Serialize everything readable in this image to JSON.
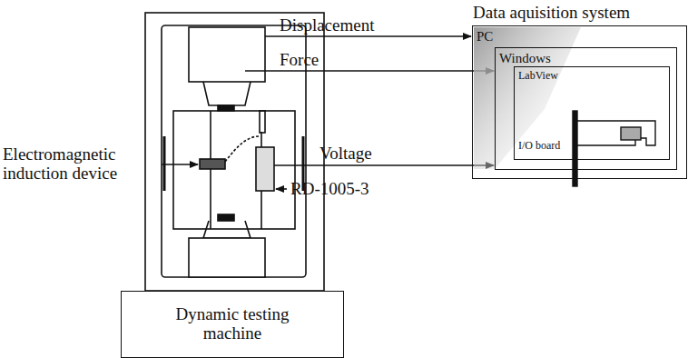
{
  "diagram": {
    "nodes": [
      {
        "text": [
          "Dynamic testing machine"
        ]
      },
      {
        "text": [
          "Data aquisition system",
          "PC"
        ]
      },
      {
        "text": [
          "Windows"
        ],
        "in": 1
      },
      {
        "text": [
          "LabView"
        ],
        "in": 2
      }
    ],
    "labels": [
      "Displacement",
      "Force",
      "Voltage",
      "Electromagnetic induction device",
      "RD-1005-3",
      "I/O board"
    ]
  }
}
